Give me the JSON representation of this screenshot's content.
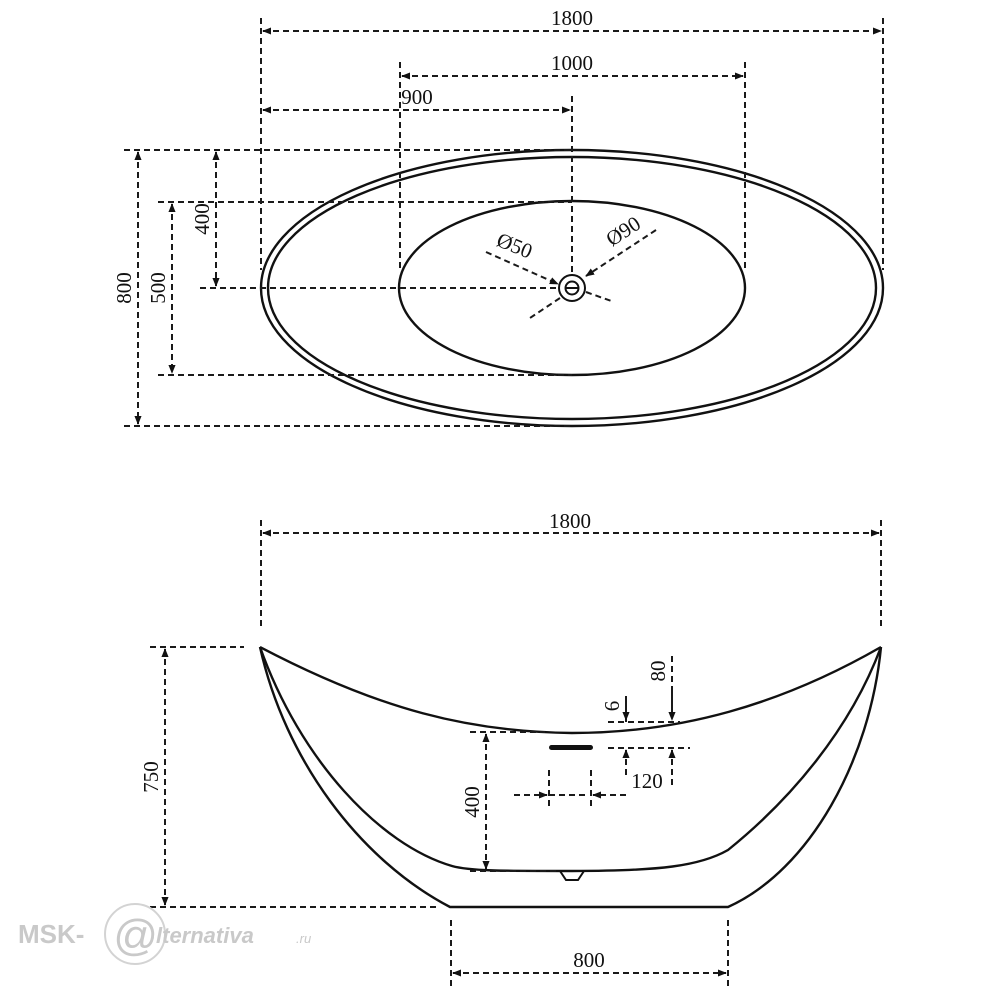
{
  "top_view": {
    "overall_length": "1800",
    "basin_length": "1000",
    "drain_offset": "900",
    "overall_width": "800",
    "basin_width": "500",
    "drain_side_offset": "400",
    "drain_diameter_small": "Ø50",
    "drain_diameter_large": "Ø90"
  },
  "side_view": {
    "overall_length": "1800",
    "overall_height": "750",
    "overflow_height": "400",
    "dim_80": "80",
    "dim_6": "6",
    "dim_120": "120",
    "base_length": "800"
  },
  "watermark": {
    "brand_left": "MSK-",
    "brand_at": "@",
    "brand_right": "lternativa",
    "brand_suffix": ".ru"
  }
}
